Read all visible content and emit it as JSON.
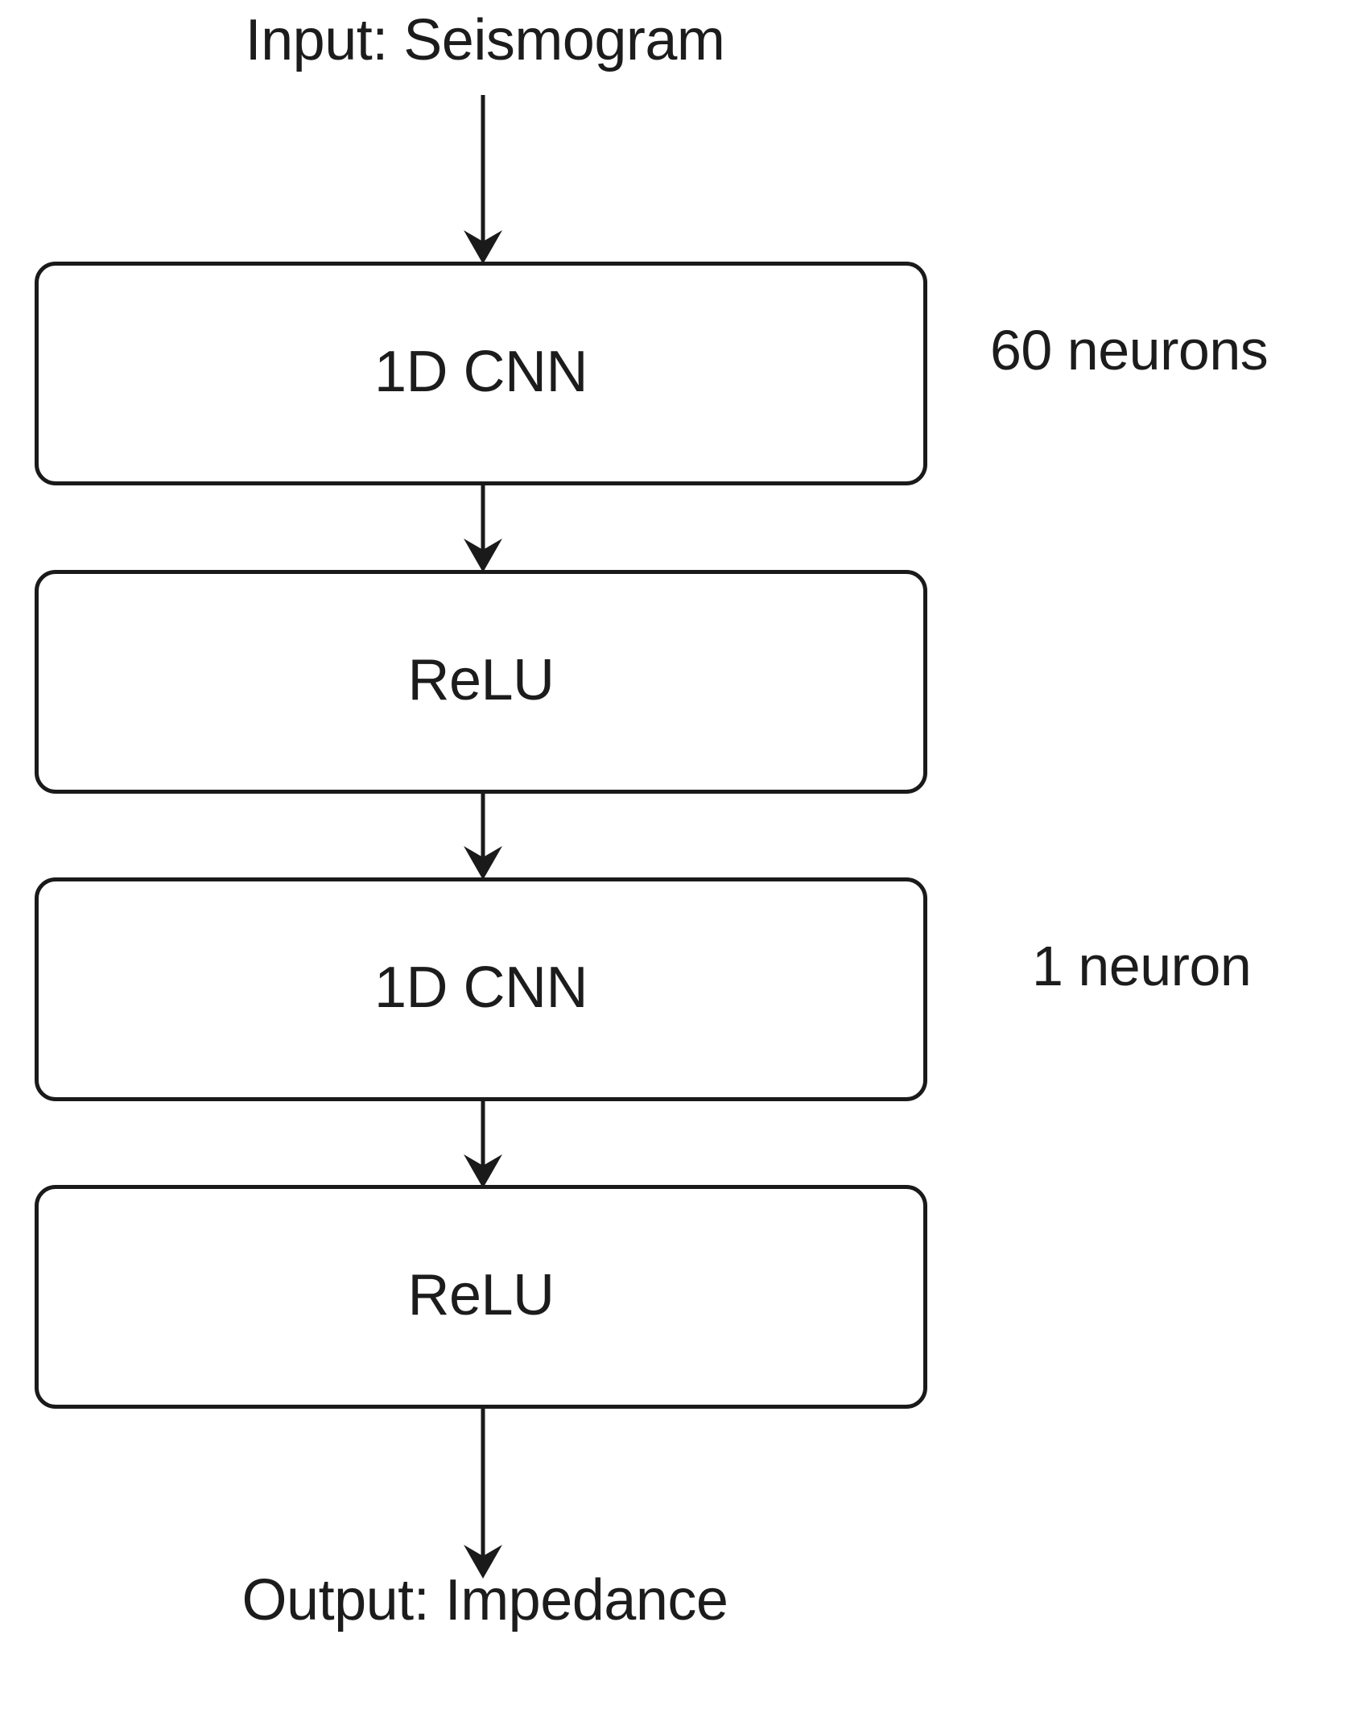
{
  "diagram": {
    "title": "1D CNN seismogram-to-impedance network architecture",
    "orientation": "vertical-top-to-bottom",
    "background_color": "#ffffff",
    "stroke_color": "#1a1a1a",
    "text_color": "#1c1c1c",
    "input_label": "Input: Seismogram",
    "output_label": "Output: Impedance",
    "layers": [
      {
        "label": "1D CNN",
        "annotation": "60 neurons"
      },
      {
        "label": "ReLU",
        "annotation": ""
      },
      {
        "label": "1D CNN",
        "annotation": "1 neuron"
      },
      {
        "label": "ReLU",
        "annotation": ""
      }
    ],
    "annotations": [
      {
        "text": "60 neurons",
        "target": "1D CNN (first)"
      },
      {
        "text": "1 neuron",
        "target": "1D CNN (second)"
      }
    ],
    "connectors": [
      {
        "from": "Input: Seismogram",
        "to": "1D CNN",
        "icon": "down-arrow-icon"
      },
      {
        "from": "1D CNN",
        "to": "ReLU",
        "icon": "down-arrow-icon"
      },
      {
        "from": "ReLU",
        "to": "1D CNN",
        "icon": "down-arrow-icon"
      },
      {
        "from": "1D CNN",
        "to": "ReLU",
        "icon": "down-arrow-icon"
      },
      {
        "from": "ReLU",
        "to": "Output: Impedance",
        "icon": "down-arrow-icon"
      }
    ]
  }
}
